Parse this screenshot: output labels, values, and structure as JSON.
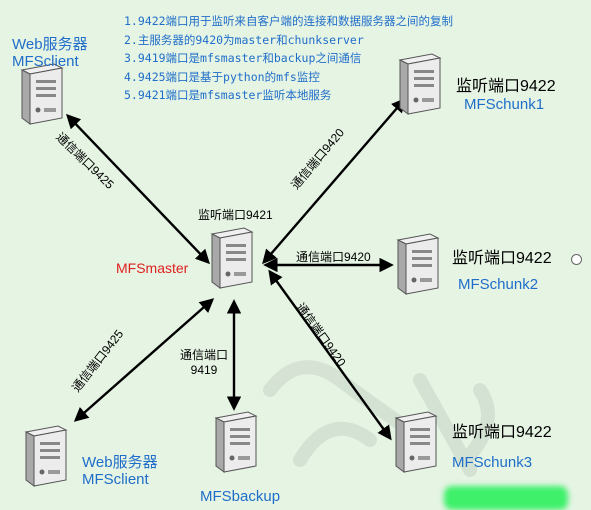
{
  "notes": [
    "1.9422端口用于监听来自客户端的连接和数据服务器之间的复制",
    "2.主服务器的9420为master和chunkserver",
    "3.9419端口是mfsmaster和backup之间通信",
    "4.9425端口是基于python的mfs监控",
    "5.9421端口是mfsmaster监听本地服务"
  ],
  "nodes": {
    "client_top": {
      "line1": "Web服务器",
      "line2": "MFSclient"
    },
    "client_bottom": {
      "line1": "Web服务器",
      "line2": "MFSclient"
    },
    "master": {
      "name": "MFSmaster",
      "port_label": "监听端口9421"
    },
    "chunk1": {
      "name": "MFSchunk1",
      "port_label": "监听端口9422"
    },
    "chunk2": {
      "name": "MFSchunk2",
      "port_label": "监听端口9422"
    },
    "chunk3": {
      "name": "MFSchunk3",
      "port_label": "监听端口9422"
    },
    "backup": {
      "name": "MFSbackup"
    }
  },
  "links": {
    "master_client_top": "通信端口9425",
    "master_client_bottom": "通信端口9425",
    "master_chunk1": "通信端口9420",
    "master_chunk2": "通信端口9420",
    "master_chunk3": "通信端口9420",
    "master_backup_line1": "通信端口",
    "master_backup_line2": "9419"
  },
  "colors": {
    "background": "#e6f4e4",
    "note_text": "#1f6ec9",
    "node_name": "#1f6ec9",
    "master_name": "#e0201f",
    "arrow": "#000000",
    "highlight": "#3ef06a"
  }
}
